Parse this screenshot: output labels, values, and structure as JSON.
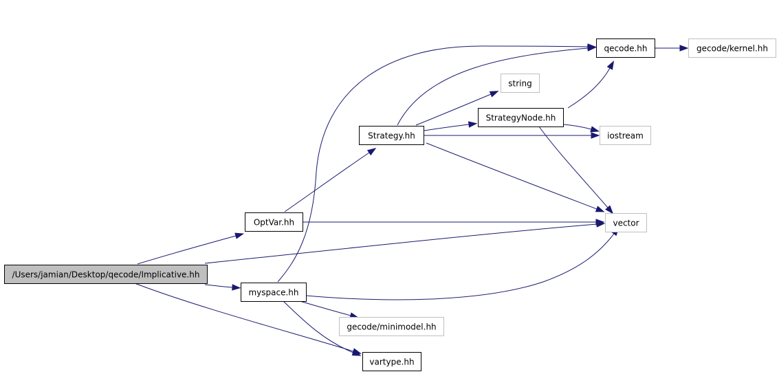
{
  "graph": {
    "edge_color": "#191970",
    "nodes": [
      {
        "id": "implicative",
        "label": "/Users/jamian/Desktop/qecode/Implicative.hh",
        "kind": "main",
        "interactable": false
      },
      {
        "id": "optvar",
        "label": "OptVar.hh",
        "kind": "local",
        "interactable": true
      },
      {
        "id": "myspace",
        "label": "myspace.hh",
        "kind": "local",
        "interactable": true
      },
      {
        "id": "strategy",
        "label": "Strategy.hh",
        "kind": "local",
        "interactable": true
      },
      {
        "id": "strategynode",
        "label": "StrategyNode.hh",
        "kind": "local",
        "interactable": true
      },
      {
        "id": "qecode",
        "label": "qecode.hh",
        "kind": "local",
        "interactable": true
      },
      {
        "id": "vartype",
        "label": "vartype.hh",
        "kind": "local",
        "interactable": true
      },
      {
        "id": "kernel",
        "label": "gecode/kernel.hh",
        "kind": "external",
        "interactable": false
      },
      {
        "id": "string",
        "label": "string",
        "kind": "external",
        "interactable": false
      },
      {
        "id": "iostream",
        "label": "iostream",
        "kind": "external",
        "interactable": false
      },
      {
        "id": "vector",
        "label": "vector",
        "kind": "external",
        "interactable": false
      },
      {
        "id": "minimodel",
        "label": "gecode/minimodel.hh",
        "kind": "external",
        "interactable": false
      }
    ],
    "edges": [
      {
        "from": "implicative",
        "to": "optvar"
      },
      {
        "from": "implicative",
        "to": "vector"
      },
      {
        "from": "implicative",
        "to": "myspace"
      },
      {
        "from": "implicative",
        "to": "vartype"
      },
      {
        "from": "optvar",
        "to": "strategy"
      },
      {
        "from": "optvar",
        "to": "vector"
      },
      {
        "from": "strategy",
        "to": "qecode"
      },
      {
        "from": "strategy",
        "to": "string"
      },
      {
        "from": "strategy",
        "to": "strategynode"
      },
      {
        "from": "strategy",
        "to": "iostream"
      },
      {
        "from": "strategy",
        "to": "vector"
      },
      {
        "from": "strategynode",
        "to": "qecode"
      },
      {
        "from": "strategynode",
        "to": "iostream"
      },
      {
        "from": "strategynode",
        "to": "vector"
      },
      {
        "from": "qecode",
        "to": "kernel"
      },
      {
        "from": "myspace",
        "to": "qecode"
      },
      {
        "from": "myspace",
        "to": "vector"
      },
      {
        "from": "myspace",
        "to": "minimodel"
      },
      {
        "from": "myspace",
        "to": "vartype"
      }
    ]
  }
}
